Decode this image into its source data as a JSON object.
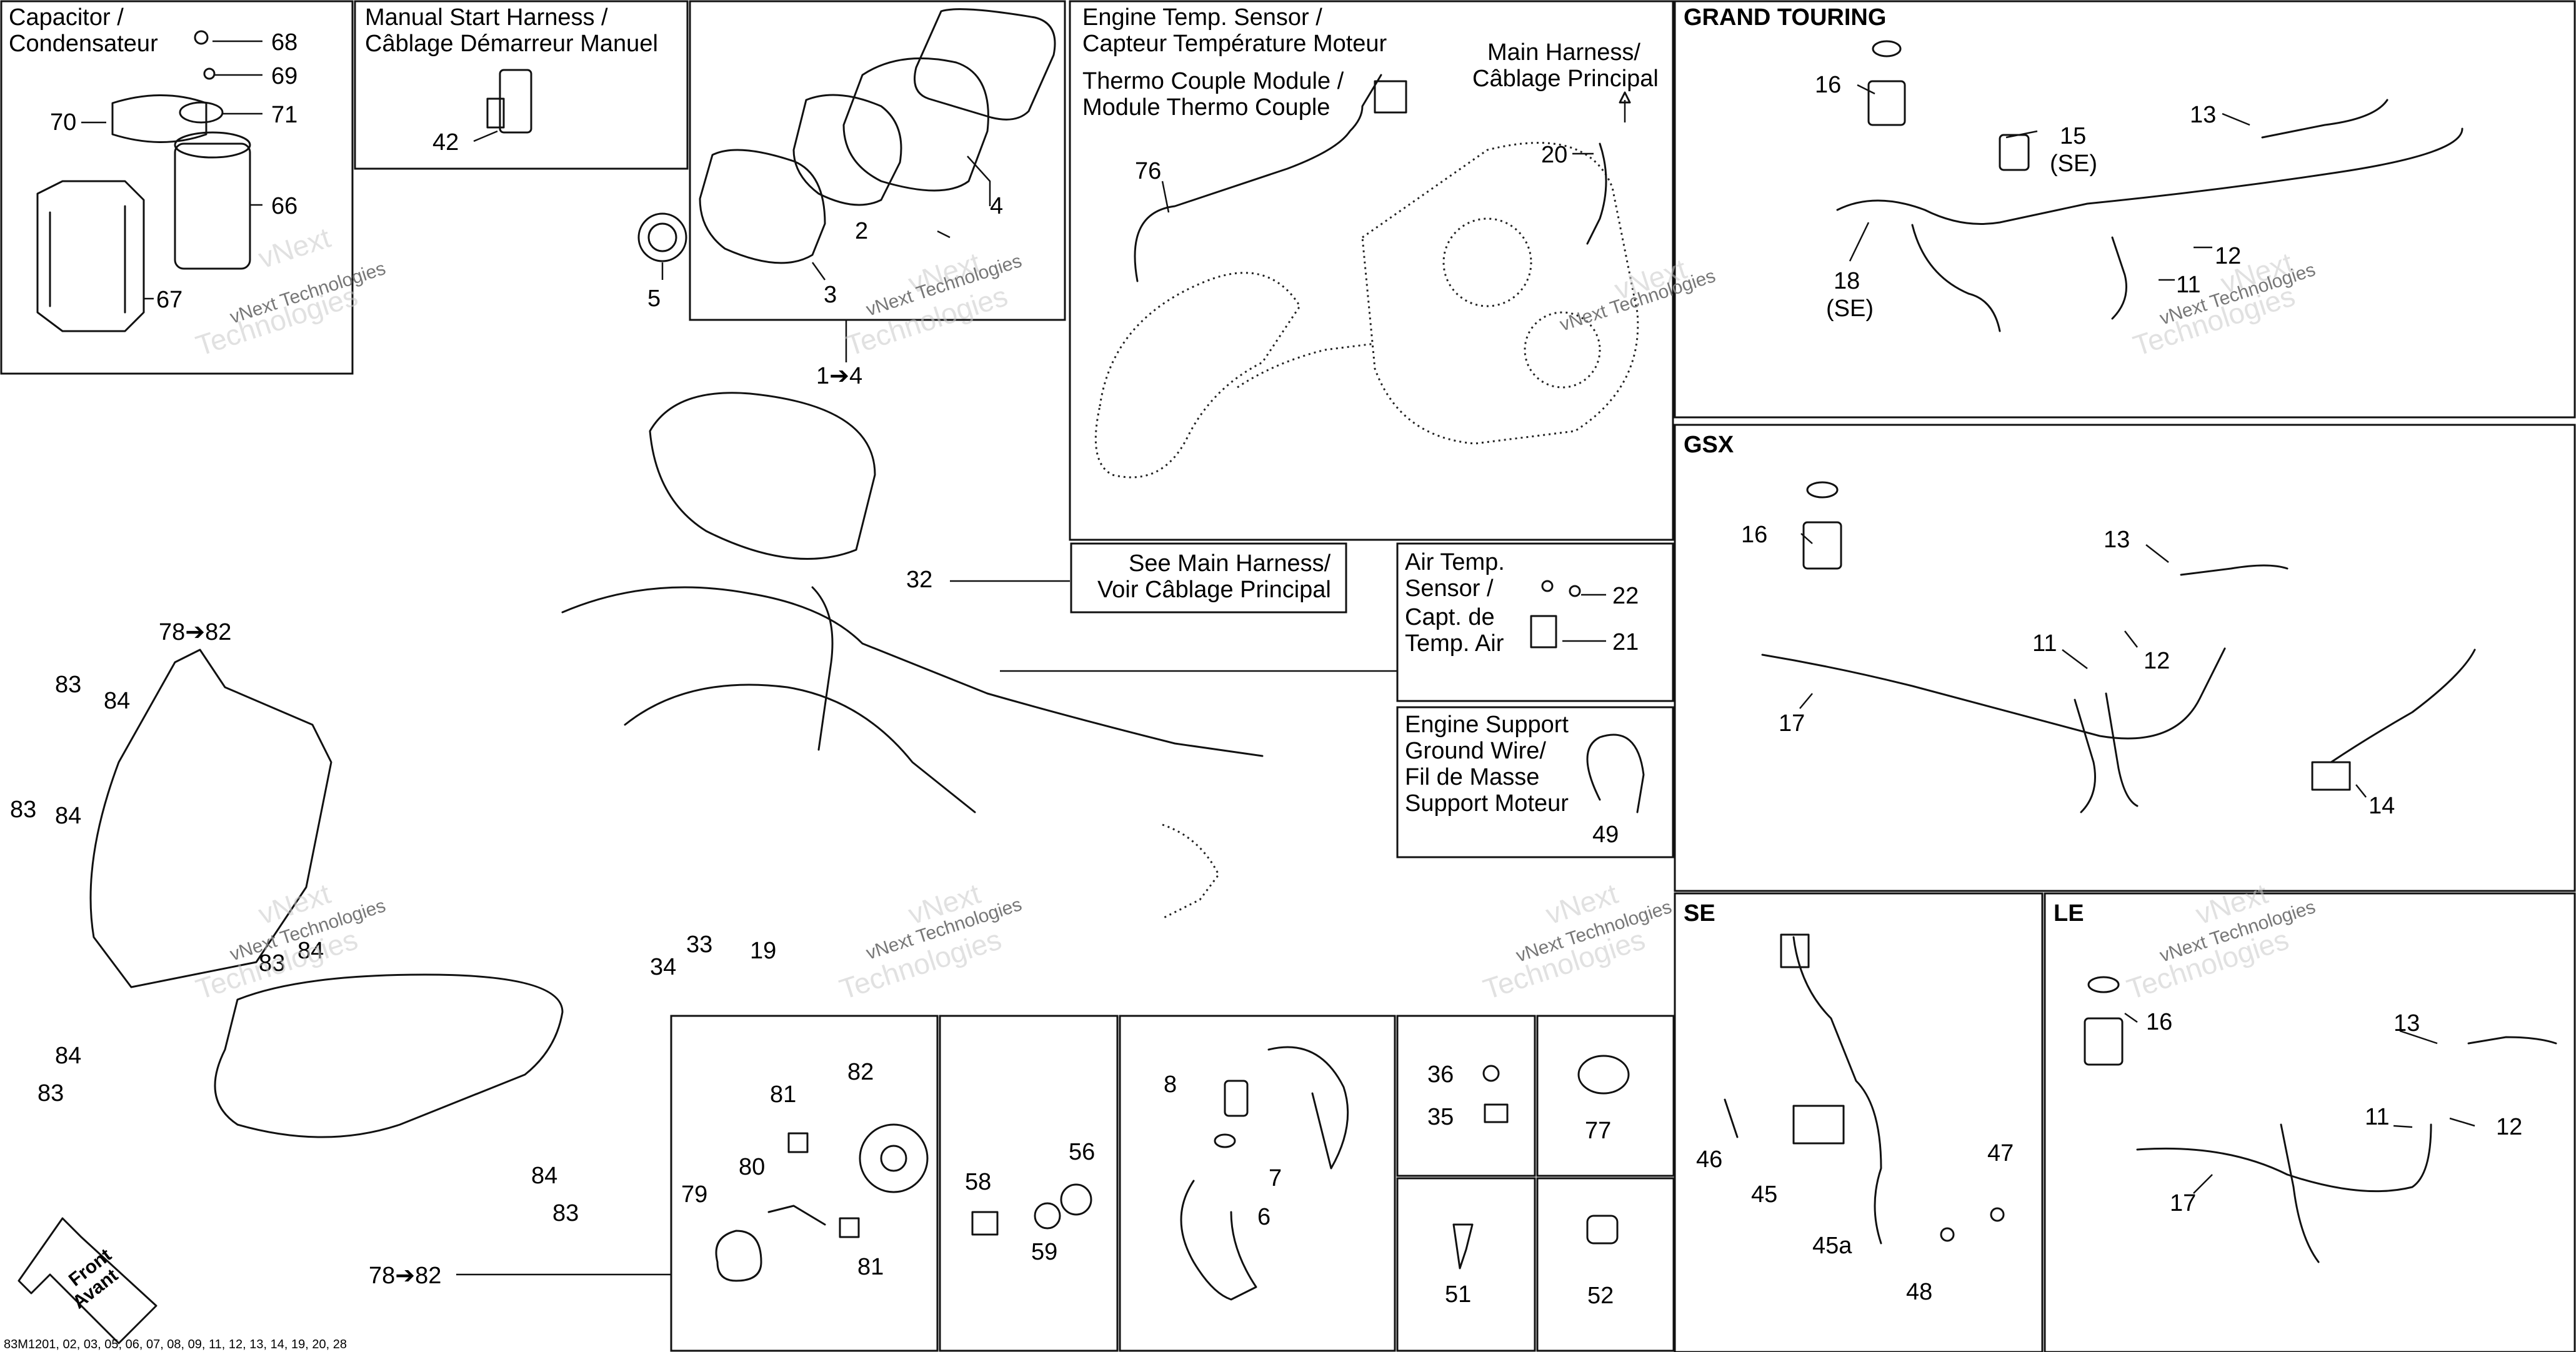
{
  "panels": {
    "capacitor": {
      "title_en": "Capacitor /",
      "title_fr": "Condensateur"
    },
    "manual_start": {
      "title_en": "Manual Start Harness /",
      "title_fr": "Câblage Démarreur Manuel"
    },
    "engine_temp": {
      "line1": "Engine Temp. Sensor /",
      "line2": "Capteur Température Moteur",
      "line3": "Thermo Couple Module /",
      "line4": "Module Thermo Couple",
      "main_en": "Main Harness/",
      "main_fr": "Câblage Principal"
    },
    "see_main": {
      "line1": "See Main Harness/",
      "line2": "Voir Câblage Principal"
    },
    "air_temp": {
      "line1": "Air Temp.",
      "line2": "Sensor /",
      "line3": "Capt. de",
      "line4": "Temp. Air"
    },
    "ground": {
      "line1": "Engine Support",
      "line2": "Ground Wire/",
      "line3": "Fil de Masse",
      "line4": "Support Moteur"
    },
    "grand_touring": "GRAND TOURING",
    "gsx": "GSX",
    "se": "SE",
    "le": "LE"
  },
  "callouts": {
    "c68": "68",
    "c69": "69",
    "c70": "70",
    "c71": "71",
    "c66": "66",
    "c67": "67",
    "c42": "42",
    "c5": "5",
    "c2": "2",
    "c3": "3",
    "c4": "4",
    "c1to4": "1➔4",
    "c76": "76",
    "c20": "20",
    "gt16": "16",
    "gt15": "15",
    "gt15se": "(SE)",
    "gt13": "13",
    "gt18": "18",
    "gt18se": "(SE)",
    "gt12": "12",
    "gt11": "11",
    "gsx16": "16",
    "gsx13": "13",
    "gsx11": "11",
    "gsx12": "12",
    "gsx17": "17",
    "gsx14": "14",
    "c32": "32",
    "c22": "22",
    "c21": "21",
    "c49": "49",
    "c78a": "78➔82",
    "c83a": "83",
    "c84a": "84",
    "c83b": "83",
    "c84b": "84",
    "c84c": "84",
    "c83c": "83",
    "c84d": "84",
    "c83d": "83",
    "c84e": "84",
    "c83e": "83",
    "c78b": "78➔82",
    "c34": "34",
    "c33": "33",
    "c19": "19",
    "c81a": "81",
    "c82": "82",
    "c80": "80",
    "c79": "79",
    "c81b": "81",
    "c58": "58",
    "c56": "56",
    "c59": "59",
    "c8": "8",
    "c7": "7",
    "c6": "6",
    "c36": "36",
    "c35": "35",
    "c77": "77",
    "c51": "51",
    "c52": "52",
    "se46": "46",
    "se45": "45",
    "se45a": "45a",
    "se47": "47",
    "se48": "48",
    "le16": "16",
    "le13": "13",
    "le11": "11",
    "le12": "12",
    "le17": "17"
  },
  "front_arrow": {
    "line1": "Front",
    "line2": "Avant"
  },
  "watermark": {
    "line1": "vNext",
    "line2": "Technologies",
    "small": "vNext Technologies"
  },
  "footer_code": "83M1201, 02, 03, 05, 06, 07, 08, 09, 11, 12, 13, 14, 19, 20, 28"
}
